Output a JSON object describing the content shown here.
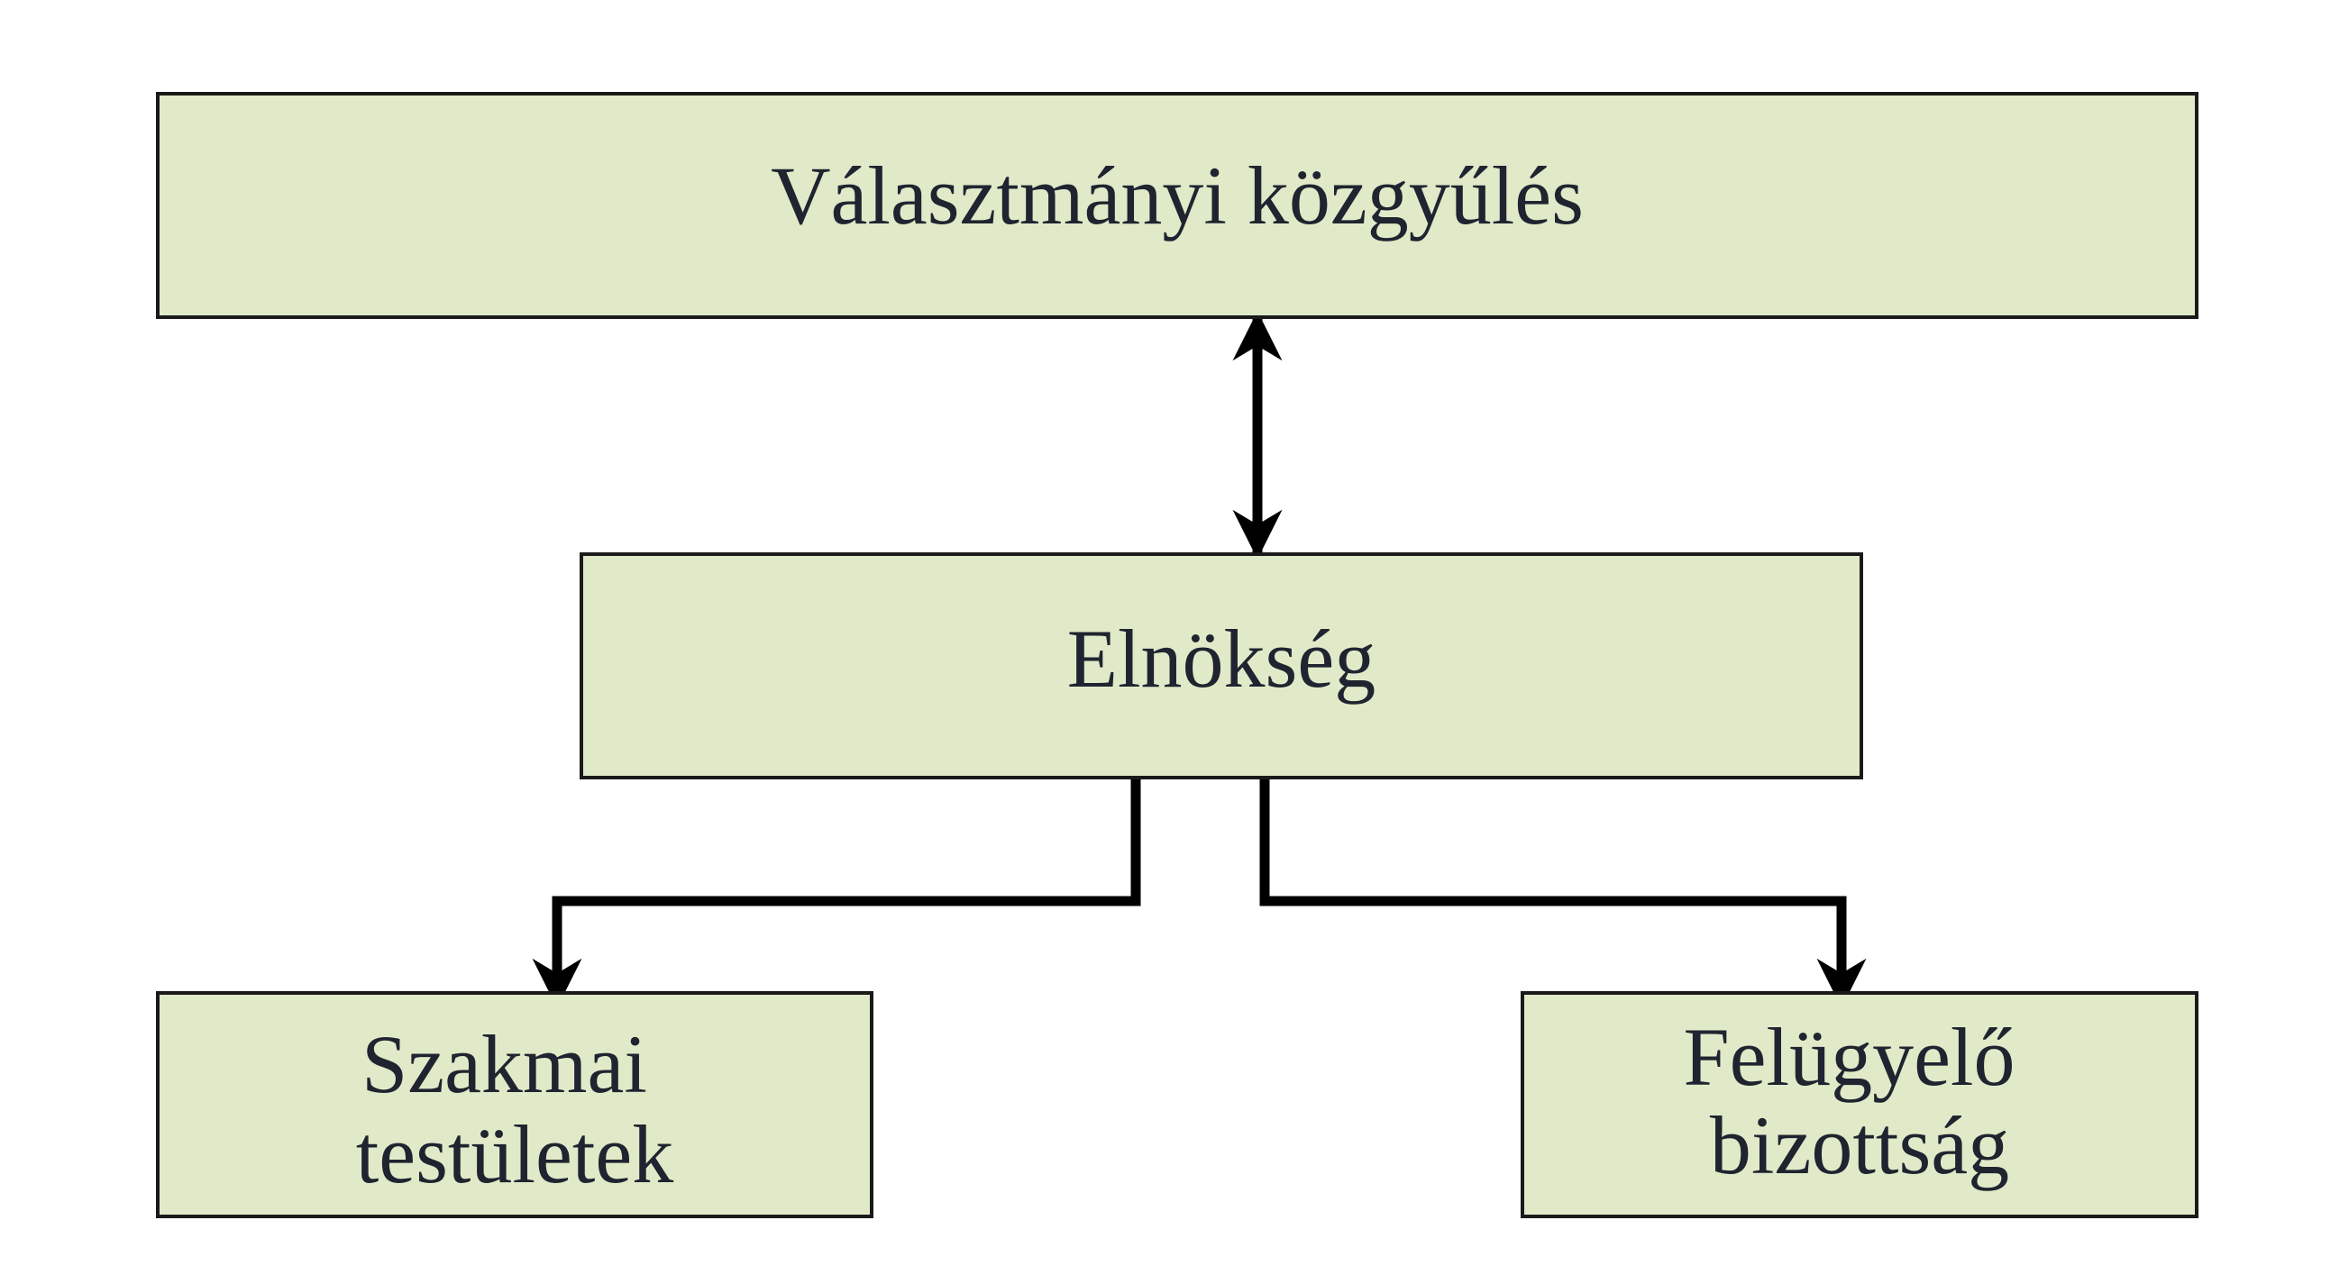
{
  "diagram": {
    "colors": {
      "box_fill": "#e1eac8",
      "box_stroke": "#1a1a1a",
      "connector": "#000000",
      "text": "#1f2430"
    },
    "nodes": {
      "assembly": {
        "lines": [
          "Választmányi közgyűlés"
        ]
      },
      "presidency": {
        "lines": [
          "Elnökség"
        ]
      },
      "professional_bodies": {
        "lines": [
          "Szakmai",
          "testületek"
        ]
      },
      "supervisory_board": {
        "lines": [
          "Felügyelő",
          "bizottság"
        ]
      }
    },
    "edges": [
      {
        "from": "assembly",
        "to": "presidency",
        "direction": "both"
      },
      {
        "from": "presidency",
        "to": "professional_bodies",
        "direction": "forward"
      },
      {
        "from": "presidency",
        "to": "supervisory_board",
        "direction": "forward"
      }
    ]
  }
}
